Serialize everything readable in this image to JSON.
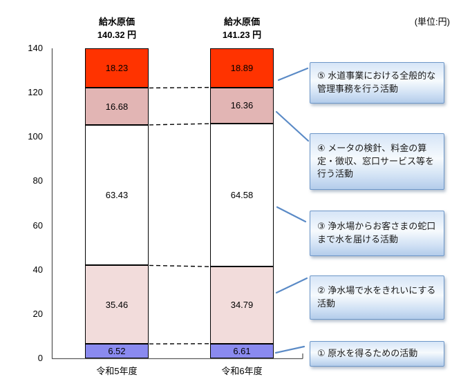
{
  "unit_label": "(単位:円)",
  "chart_data": {
    "type": "bar",
    "stacked": true,
    "categories": [
      "令和5年度",
      "令和6年度"
    ],
    "bar_totals": [
      {
        "label": "給水原価",
        "value": "140.32 円"
      },
      {
        "label": "給水原価",
        "value": "141.23 円"
      }
    ],
    "series": [
      {
        "name": "① 原水を得るための活動",
        "values": [
          6.52,
          6.61
        ],
        "color": "#8A8AEF"
      },
      {
        "name": "② 浄水場で水をきれいにする活動",
        "values": [
          35.46,
          34.79
        ],
        "color": "#F2DCDB"
      },
      {
        "name": "③ 浄水場からお客さまの蛇口まで水を届ける活動",
        "values": [
          63.43,
          64.58
        ],
        "color": "#FFFFFF"
      },
      {
        "name": "④ メータの検針、料金の算定・徴収、窓口サービス等を行う活動",
        "values": [
          16.68,
          16.36
        ],
        "color": "#E2B5B4"
      },
      {
        "name": "⑤ 水道事業における全般的な管理事務を行う活動",
        "values": [
          18.23,
          18.89
        ],
        "color": "#FF3300"
      }
    ],
    "ylim": [
      0,
      140
    ],
    "yticks": [
      0,
      20,
      40,
      60,
      80,
      100,
      120,
      140
    ],
    "grid": false,
    "legend": "none",
    "value_label_format": "0.00",
    "colors": {
      "segment_border": "#000000",
      "axis": "#595959",
      "dashed_connector": "#000000",
      "leader_line": "#5A8AC6"
    }
  },
  "annotations": [
    {
      "id": "⑤",
      "text": "⑤ 水道事業における全般的な管理事務を行う活動"
    },
    {
      "id": "④",
      "text": "④ メータの検針、料金の算定・徴収、窓口サービス等を行う活動"
    },
    {
      "id": "③",
      "text": "③ 浄水場からお客さまの蛇口まで水を届ける活動"
    },
    {
      "id": "②",
      "text": "② 浄水場で水をきれいにする活動"
    },
    {
      "id": "①",
      "text": "① 原水を得るための活動"
    }
  ]
}
